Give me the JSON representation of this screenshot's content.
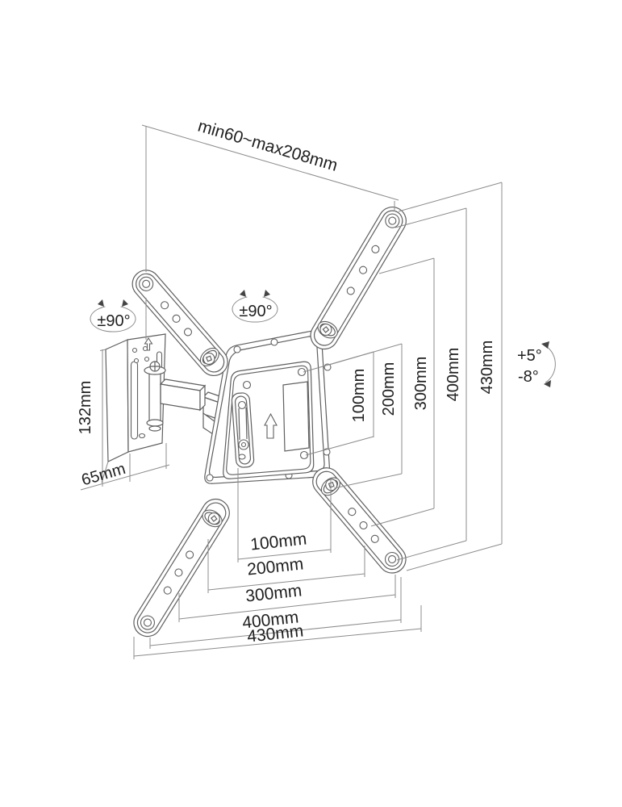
{
  "diagram": {
    "title_implicit": "TV wall mount bracket dimensional drawing",
    "labels": {
      "extension_range": "min60~max208mm",
      "plate_height": "132mm",
      "plate_width": "65mm",
      "swivel_wall": "±90°",
      "swivel_tv": "±90°",
      "tilt_up": "+5°",
      "tilt_down": "-8°"
    },
    "vertical_dims": [
      "100mm",
      "200mm",
      "300mm",
      "400mm",
      "430mm"
    ],
    "horizontal_dims": [
      "100mm",
      "200mm",
      "300mm",
      "400mm",
      "430mm"
    ],
    "icons": [
      "rotation-arc-icon",
      "tilt-arc-icon",
      "up-arrow-icon"
    ],
    "colors": {
      "background": "#ffffff",
      "drawing_line": "#5f5f5f",
      "dimension_line": "#8c8c8c",
      "text": "#1f1f1f"
    }
  }
}
